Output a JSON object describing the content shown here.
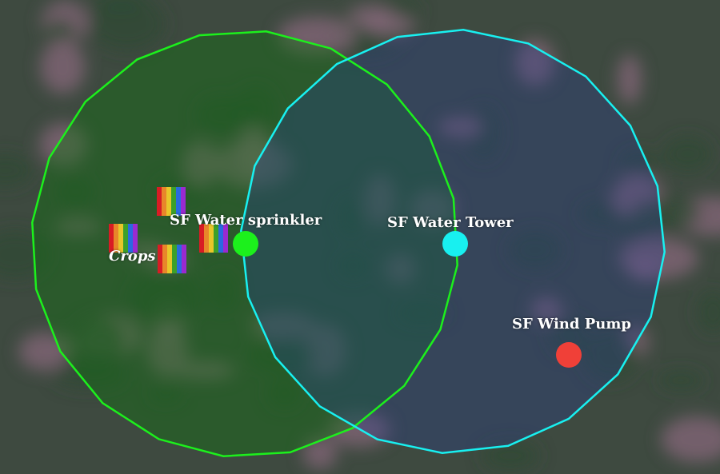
{
  "labels": {
    "sprinkler": "SF Water sprinkler",
    "tower": "SF Water Tower",
    "pump": "SF Wind Pump",
    "crops": "Crops"
  },
  "colors": {
    "sprinkler": "#1cf01c",
    "tower": "#18f0f0",
    "pump": "#f04038"
  }
}
